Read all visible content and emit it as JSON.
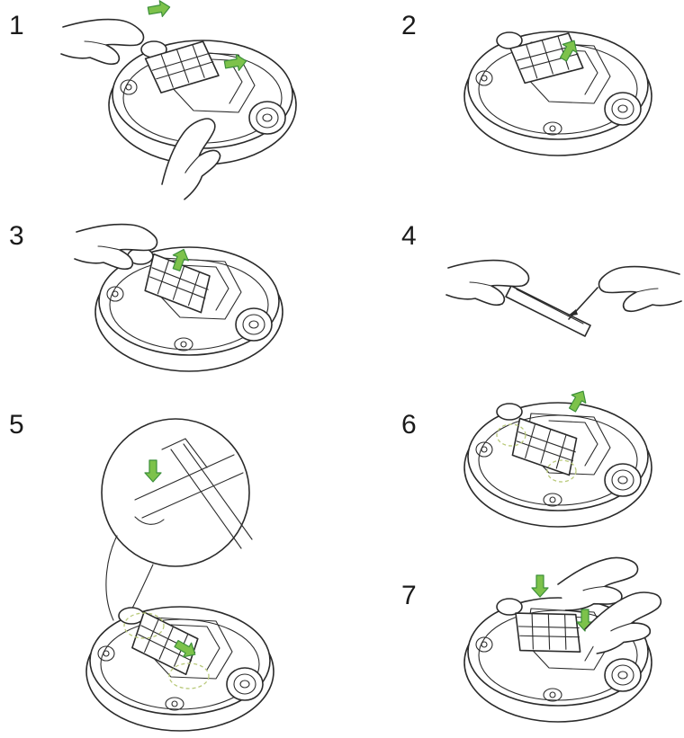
{
  "steps": [
    {
      "number": "1"
    },
    {
      "number": "2"
    },
    {
      "number": "3"
    },
    {
      "number": "4"
    },
    {
      "number": "5"
    },
    {
      "number": "6"
    },
    {
      "number": "7"
    }
  ],
  "colors": {
    "line": "#2b2b2b",
    "arrow": "#7dc24b",
    "arrow_stroke": "#3c8f3a",
    "highlight": "#b9c97a",
    "background": "#ffffff"
  }
}
